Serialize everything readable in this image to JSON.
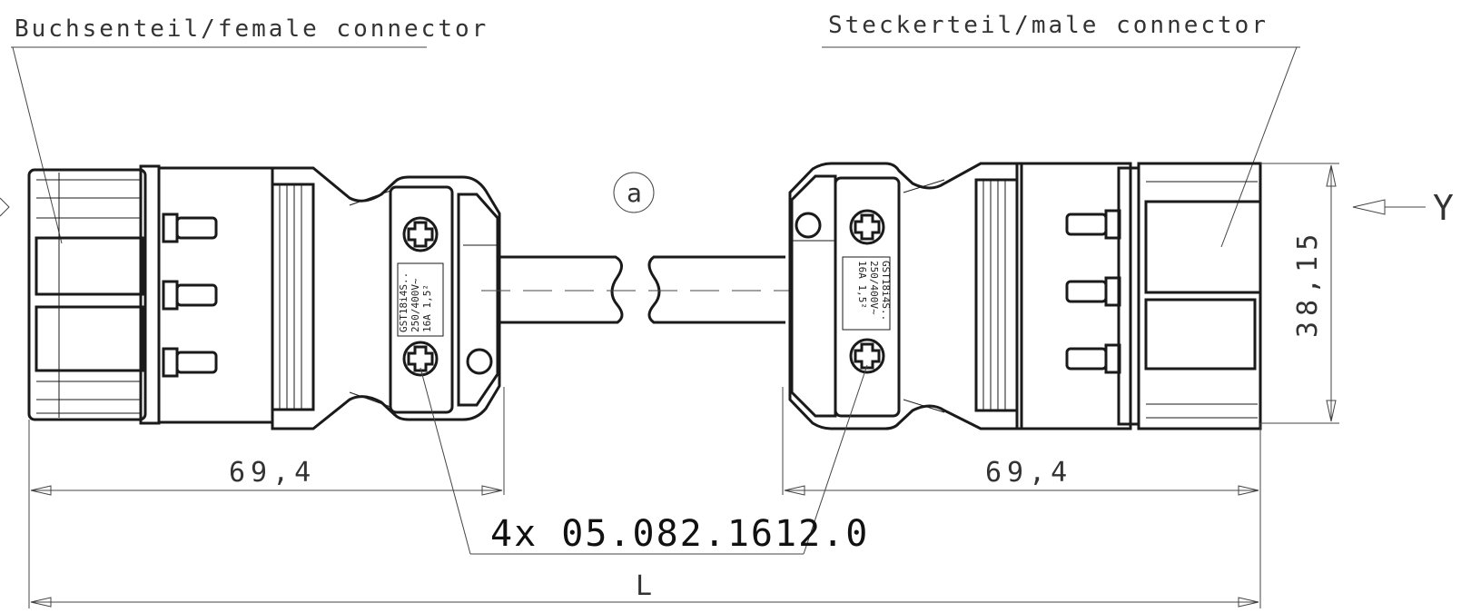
{
  "labels": {
    "female": "Buchsenteil/female connector",
    "male": "Steckerteil/male connector",
    "detail_marker": "a",
    "view": "Y",
    "part_number": "4x 05.082.1612.0"
  },
  "dimensions": {
    "left_length": "69,4",
    "right_length": "69,4",
    "height": "38,15",
    "total": "L"
  },
  "nameplate": {
    "line1": "GST18i4S..",
    "line2": "250/400V~",
    "line3": "16A  1,5²"
  }
}
